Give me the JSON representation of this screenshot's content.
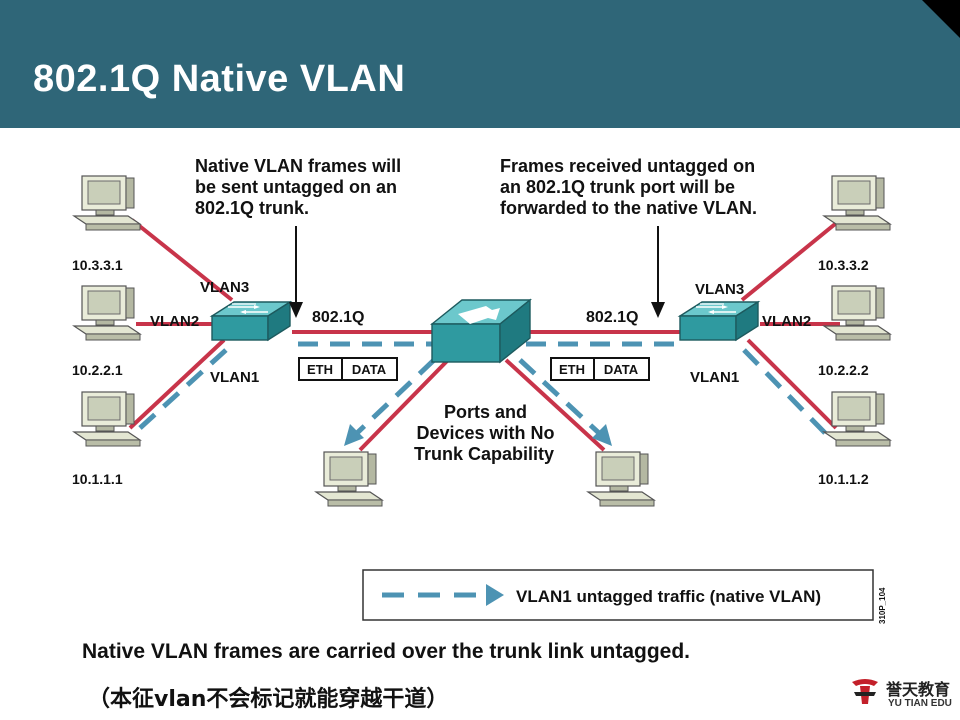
{
  "title": "802.1Q Native VLAN",
  "diagram": {
    "note_left": [
      "Native VLAN frames will",
      "be sent untagged on an",
      "802.1Q trunk."
    ],
    "note_right": [
      "Frames received untagged on",
      "an 802.1Q trunk port will be",
      "forwarded to the native VLAN."
    ],
    "center_note": [
      "Ports and",
      "Devices with No",
      "Trunk Capability"
    ],
    "hosts_left": [
      "10.3.3.1",
      "10.2.2.1",
      "10.1.1.1"
    ],
    "hosts_right": [
      "10.3.3.2",
      "10.2.2.2",
      "10.1.1.2"
    ],
    "vlan_labels_left": [
      "VLAN3",
      "VLAN2",
      "VLAN1"
    ],
    "vlan_labels_right": [
      "VLAN3",
      "VLAN2",
      "VLAN1"
    ],
    "trunk_left": "802.1Q",
    "trunk_right": "802.1Q",
    "frame_left": [
      "ETH",
      "DATA"
    ],
    "frame_right": [
      "ETH",
      "DATA"
    ],
    "legend": "VLAN1 untagged traffic (native VLAN)",
    "figure_code": "310P_104"
  },
  "caption": "Native VLAN frames are carried over the trunk link untagged.",
  "subcaption": "（本征vlan不会标记就能穿越干道）",
  "logo": {
    "cn": "誉天教育",
    "en": "YU TIAN EDU"
  },
  "colors": {
    "header": "#2f6678",
    "red_link": "#c8344a",
    "dashed_native": "#4d93b3",
    "device": "#3aa6ad"
  }
}
